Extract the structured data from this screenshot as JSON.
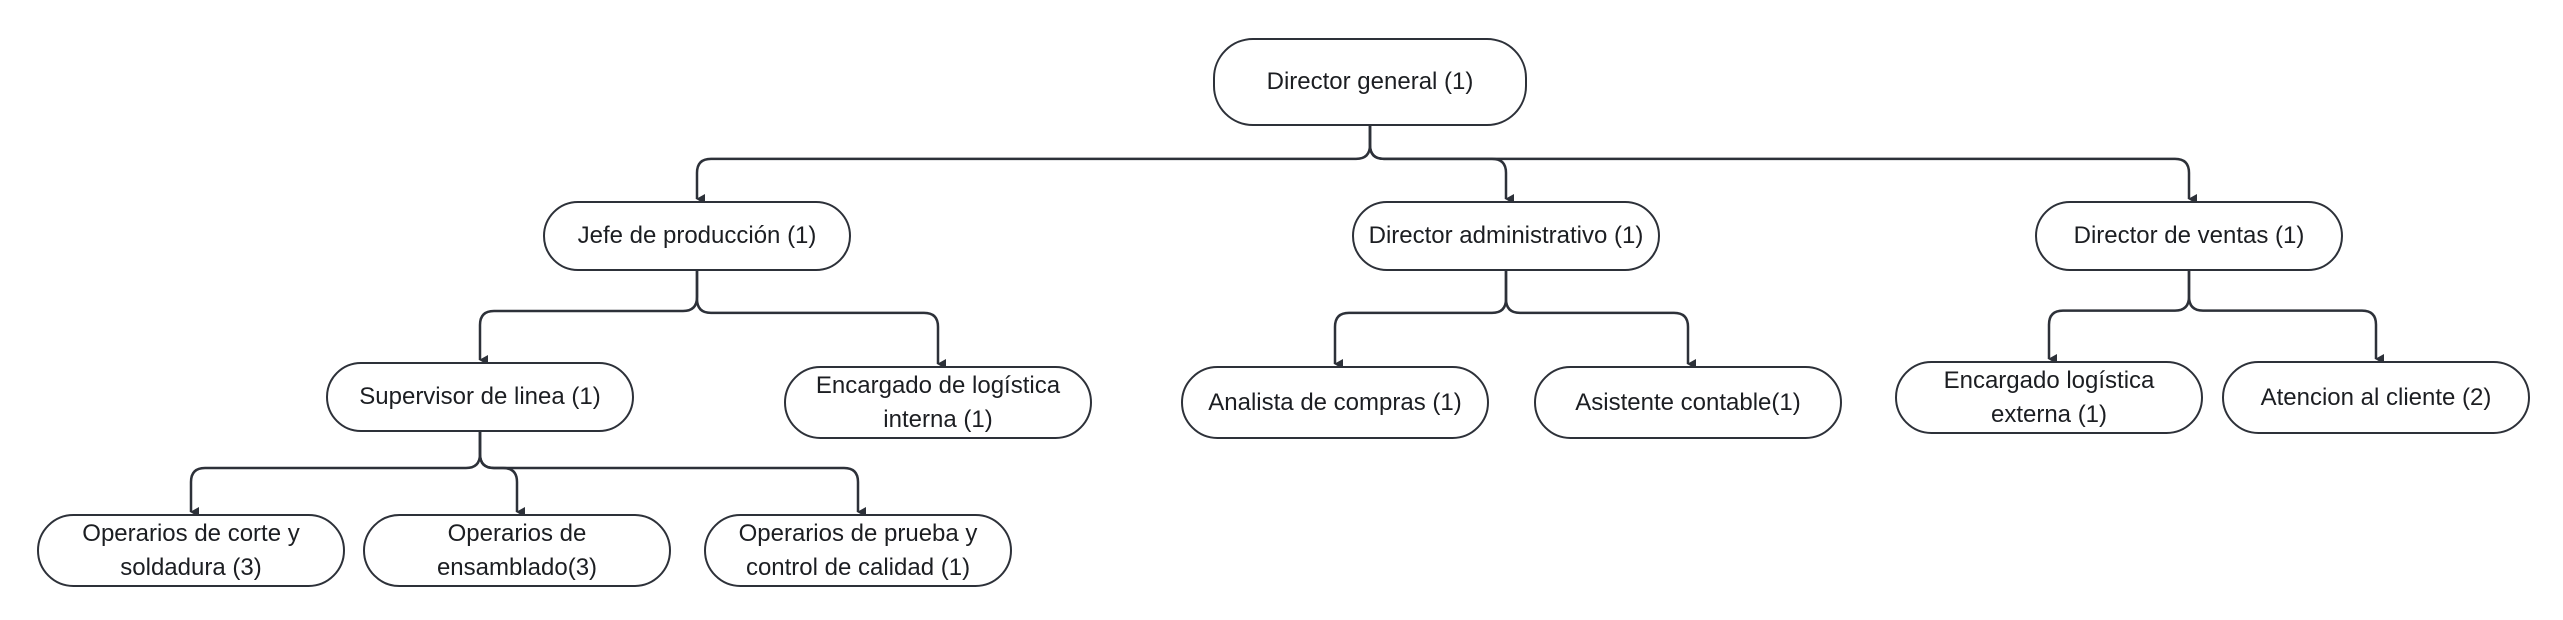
{
  "colors": {
    "stroke": "#2d3139",
    "text": "#1c1e22",
    "background": "#ffffff"
  },
  "nodes": {
    "director_general": "Director general (1)",
    "jefe_produccion": "Jefe de producción (1)",
    "director_administrativo": "Director administrativo (1)",
    "director_ventas": "Director de ventas (1)",
    "supervisor_linea": "Supervisor de linea (1)",
    "encargado_logistica_interna": "Encargado de logística interna (1)",
    "analista_compras": "Analista de compras (1)",
    "asistente_contable": "Asistente contable(1)",
    "encargado_logistica_externa": "Encargado logística externa (1)",
    "atencion_cliente": "Atencion al cliente (2)",
    "operarios_corte": "Operarios de corte y soldadura (3)",
    "operarios_ensamblado": "Operarios de ensamblado(3)",
    "operarios_prueba": "Operarios de prueba y control de calidad (1)"
  },
  "edges": [
    [
      "director_general",
      "jefe_produccion"
    ],
    [
      "director_general",
      "director_administrativo"
    ],
    [
      "director_general",
      "director_ventas"
    ],
    [
      "jefe_produccion",
      "supervisor_linea"
    ],
    [
      "jefe_produccion",
      "encargado_logistica_interna"
    ],
    [
      "director_administrativo",
      "analista_compras"
    ],
    [
      "director_administrativo",
      "asistente_contable"
    ],
    [
      "director_ventas",
      "encargado_logistica_externa"
    ],
    [
      "director_ventas",
      "atencion_cliente"
    ],
    [
      "supervisor_linea",
      "operarios_corte"
    ],
    [
      "supervisor_linea",
      "operarios_ensamblado"
    ],
    [
      "supervisor_linea",
      "operarios_prueba"
    ]
  ]
}
